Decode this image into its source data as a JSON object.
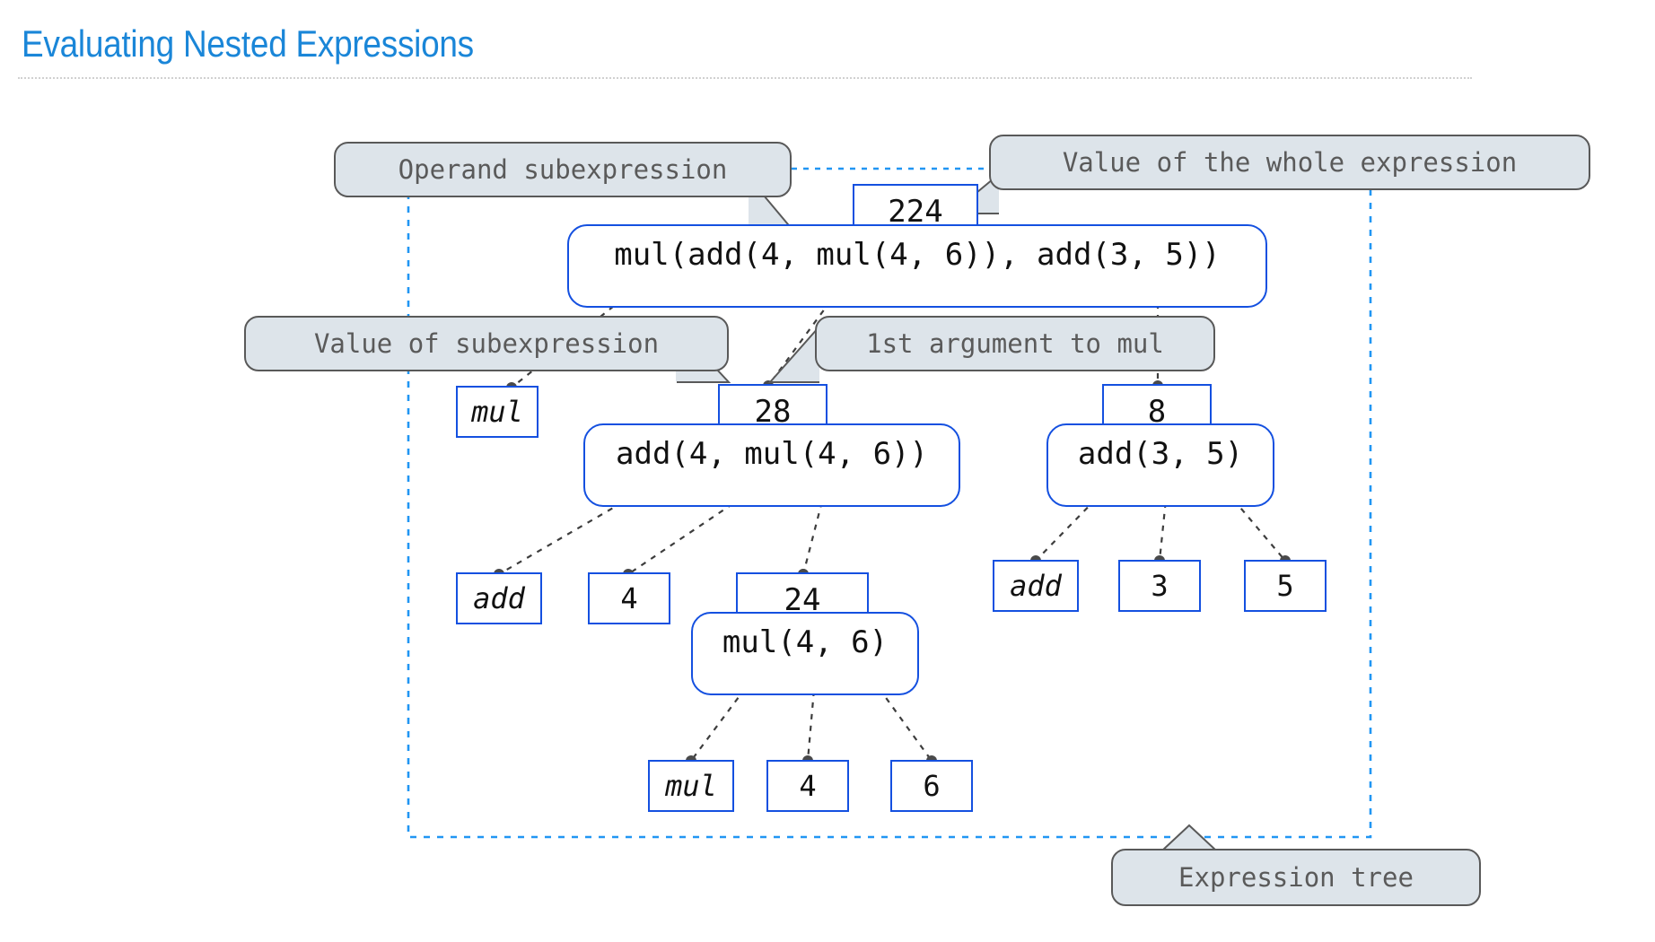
{
  "header": {
    "title": "Evaluating Nested Expressions"
  },
  "colors": {
    "title_blue": "#1a86d8",
    "node_blue": "#1450e0",
    "highlight_blue": "#2196f3",
    "callout_fill": "#dde4ea",
    "callout_border": "#595959",
    "callout_text": "#5a5a5a",
    "connector_gray": "#4a4a4a"
  },
  "callouts": [
    {
      "id": "operand-subexpression",
      "label": "Operand subexpression"
    },
    {
      "id": "value-of-whole-expression",
      "label": "Value of the whole expression"
    },
    {
      "id": "value-of-subexpression",
      "label": "Value of subexpression"
    },
    {
      "id": "first-argument-to-mul",
      "label": "1st argument to mul"
    },
    {
      "id": "expression-tree",
      "label": "Expression tree"
    }
  ],
  "tree": {
    "root": {
      "id": "root-expression",
      "expression": "mul(add(4, mul(4, 6)), add(3, 5))",
      "value": "224",
      "highlighted_subexpression": "add(4, mul(4, 6))"
    },
    "level2": [
      {
        "id": "operator-mul-root",
        "kind": "leaf",
        "label": "mul",
        "italic": true
      },
      {
        "id": "subexpr-add-4-mul-4-6",
        "kind": "call",
        "expression": "add(4, mul(4, 6))",
        "value": "28"
      },
      {
        "id": "subexpr-add-3-5",
        "kind": "call",
        "expression": "add(3, 5)",
        "value": "8"
      }
    ],
    "level3": [
      {
        "id": "operator-add",
        "kind": "leaf",
        "label": "add",
        "italic": true
      },
      {
        "id": "operand-4",
        "kind": "leaf",
        "label": "4",
        "italic": false
      },
      {
        "id": "subexpr-mul-4-6",
        "kind": "call",
        "expression": "mul(4, 6)",
        "value": "24"
      },
      {
        "id": "operator-add-right",
        "kind": "leaf",
        "label": "add",
        "italic": true
      },
      {
        "id": "operand-3",
        "kind": "leaf",
        "label": "3",
        "italic": false
      },
      {
        "id": "operand-5",
        "kind": "leaf",
        "label": "5",
        "italic": false
      }
    ],
    "level4": [
      {
        "id": "operator-mul-inner",
        "kind": "leaf",
        "label": "mul",
        "italic": true
      },
      {
        "id": "operand-4-inner",
        "kind": "leaf",
        "label": "4",
        "italic": false
      },
      {
        "id": "operand-6-inner",
        "kind": "leaf",
        "label": "6",
        "italic": false
      }
    ]
  }
}
